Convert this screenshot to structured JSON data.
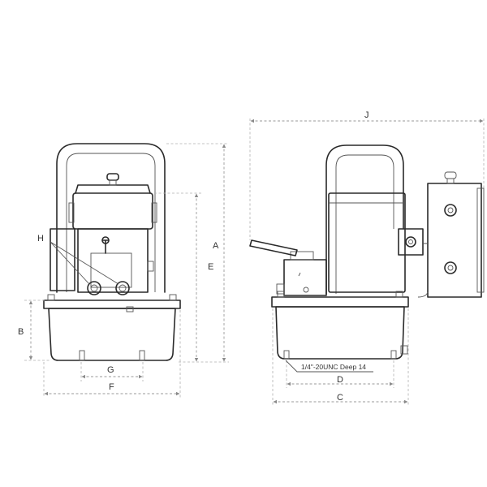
{
  "dimension_labels": {
    "A": "A",
    "B": "B",
    "C": "C",
    "D": "D",
    "E": "E",
    "F": "F",
    "G": "G",
    "H": "H",
    "J": "J"
  },
  "note": "1/4\"-20UNC Deep 14",
  "colors": {
    "line": "#2a2a2a",
    "dimension": "#9a9a9a"
  }
}
